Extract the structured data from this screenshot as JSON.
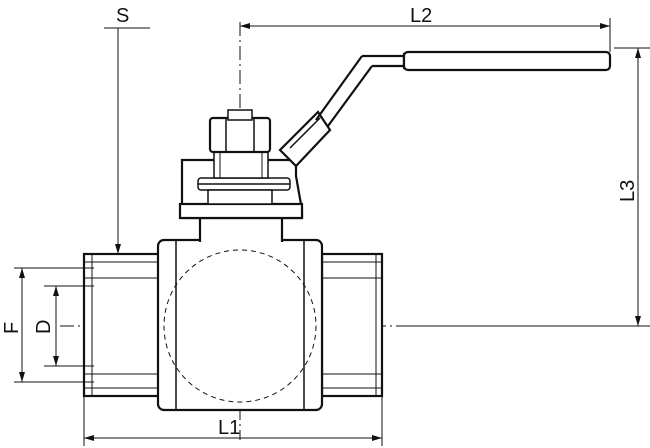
{
  "dimension_labels": {
    "s": "S",
    "l2": "L2",
    "l3": "L3",
    "f": "F",
    "d": "D",
    "l1": "L1"
  },
  "colors": {
    "line": "#111111",
    "background": "#ffffff"
  }
}
